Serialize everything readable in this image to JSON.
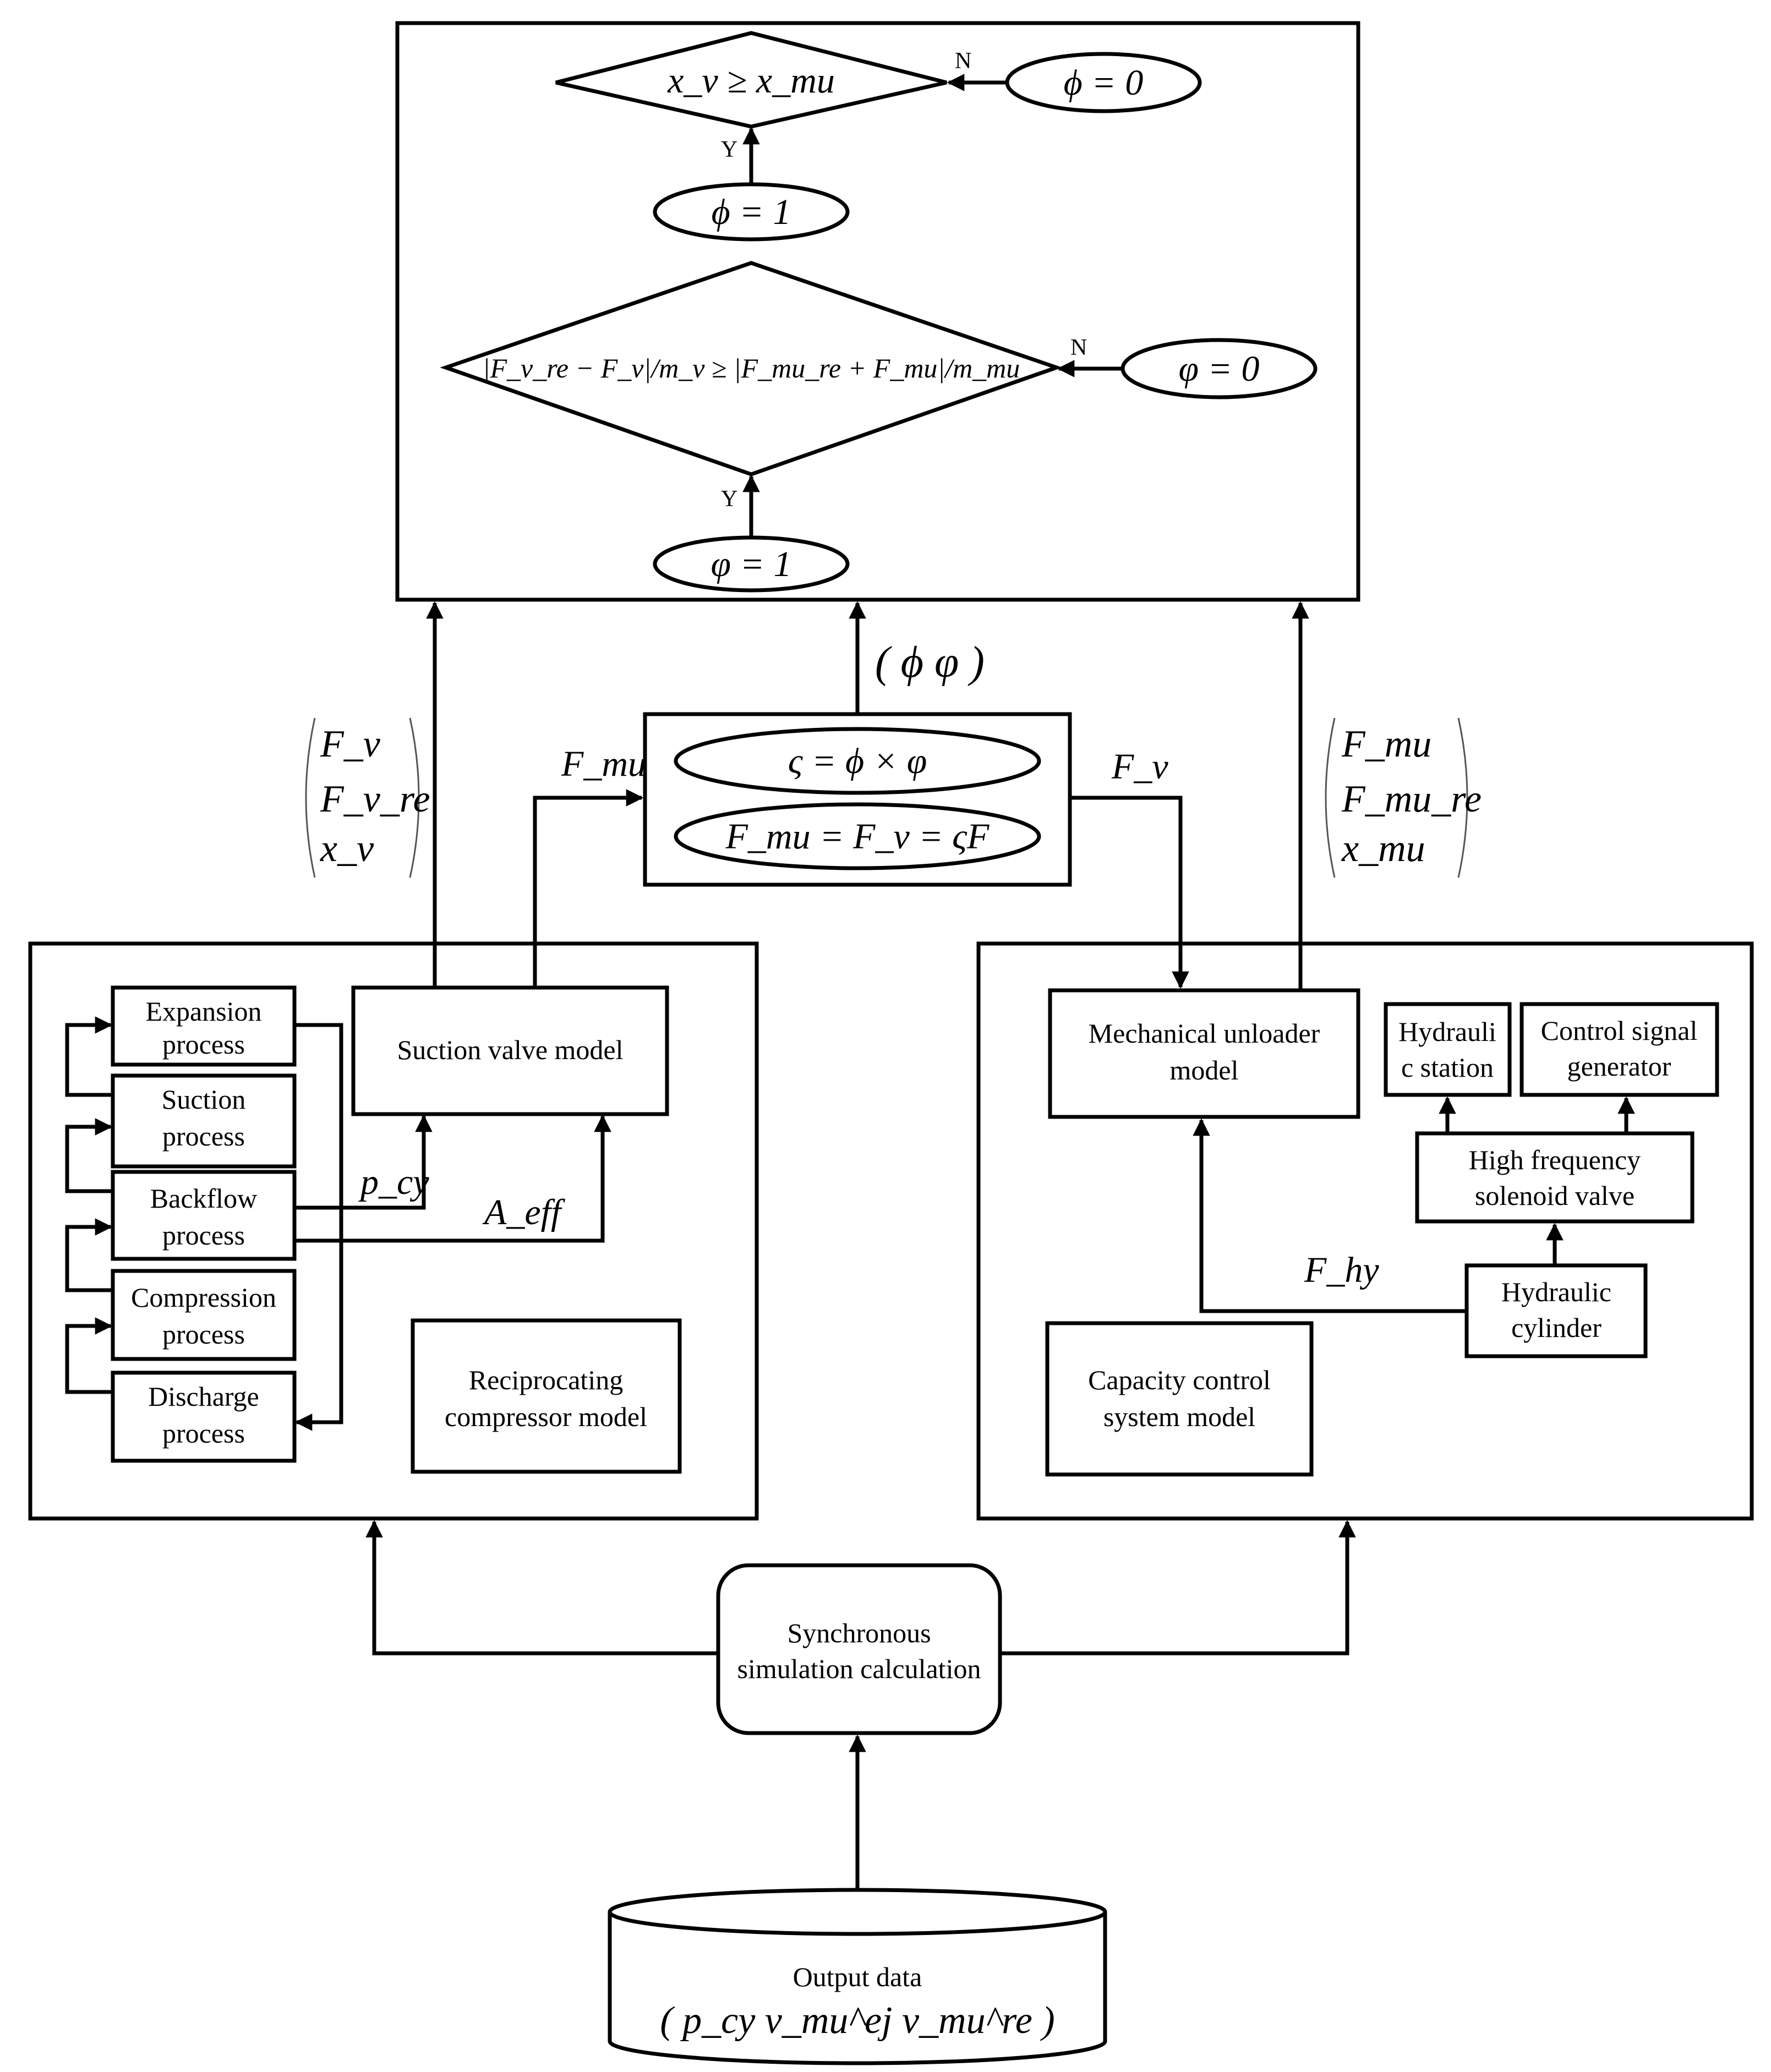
{
  "flowchart": {
    "decision_upper": "x_v ≥ x_mu",
    "decision_lower": "|F_v_re − F_v|/m_v ≥ |F_mu_re + F_mu|/m_mu",
    "phi_zero": "ϕ = 0",
    "phi_one": "ϕ = 1",
    "varphi_zero": "φ = 0",
    "varphi_one": "φ = 1",
    "yes": "Y",
    "no": "N"
  },
  "coupling": {
    "eq_zeta": "ς = ϕ × φ",
    "eq_force": "F_mu = F_v = ςF",
    "output_vector": "( ϕ    φ )"
  },
  "left_signals": [
    "F_v",
    "F_v_re",
    "x_v"
  ],
  "right_signals": [
    "F_mu",
    "F_mu_re",
    "x_mu"
  ],
  "signal_fmu": "F_mu",
  "signal_fv": "F_v",
  "signal_pcy": "p_cy",
  "signal_aeff": "A_eff",
  "signal_fhy": "F_hy",
  "compressor": {
    "processes": [
      [
        "Expansion",
        "process"
      ],
      [
        "Suction",
        "process"
      ],
      [
        "Backflow",
        "process"
      ],
      [
        "Compression",
        "process"
      ],
      [
        "Discharge",
        "process"
      ]
    ],
    "suction_valve": "Suction valve model",
    "model_label": [
      "Reciprocating",
      "compressor model"
    ]
  },
  "capacity": {
    "unloader": [
      "Mechanical unloader",
      "model"
    ],
    "hydraulic_station": [
      "Hydrauli",
      "c station"
    ],
    "control_signal": [
      "Control signal",
      "generator"
    ],
    "solenoid": [
      "High frequency",
      "solenoid valve"
    ],
    "cylinder": [
      "Hydraulic",
      "cylinder"
    ],
    "model_label": [
      "Capacity control",
      "system model"
    ]
  },
  "sync": [
    "Synchronous",
    "simulation calculation"
  ],
  "output": {
    "label": "Output data",
    "vector": "( p_cy   v_mu^ej   v_mu^re )"
  }
}
